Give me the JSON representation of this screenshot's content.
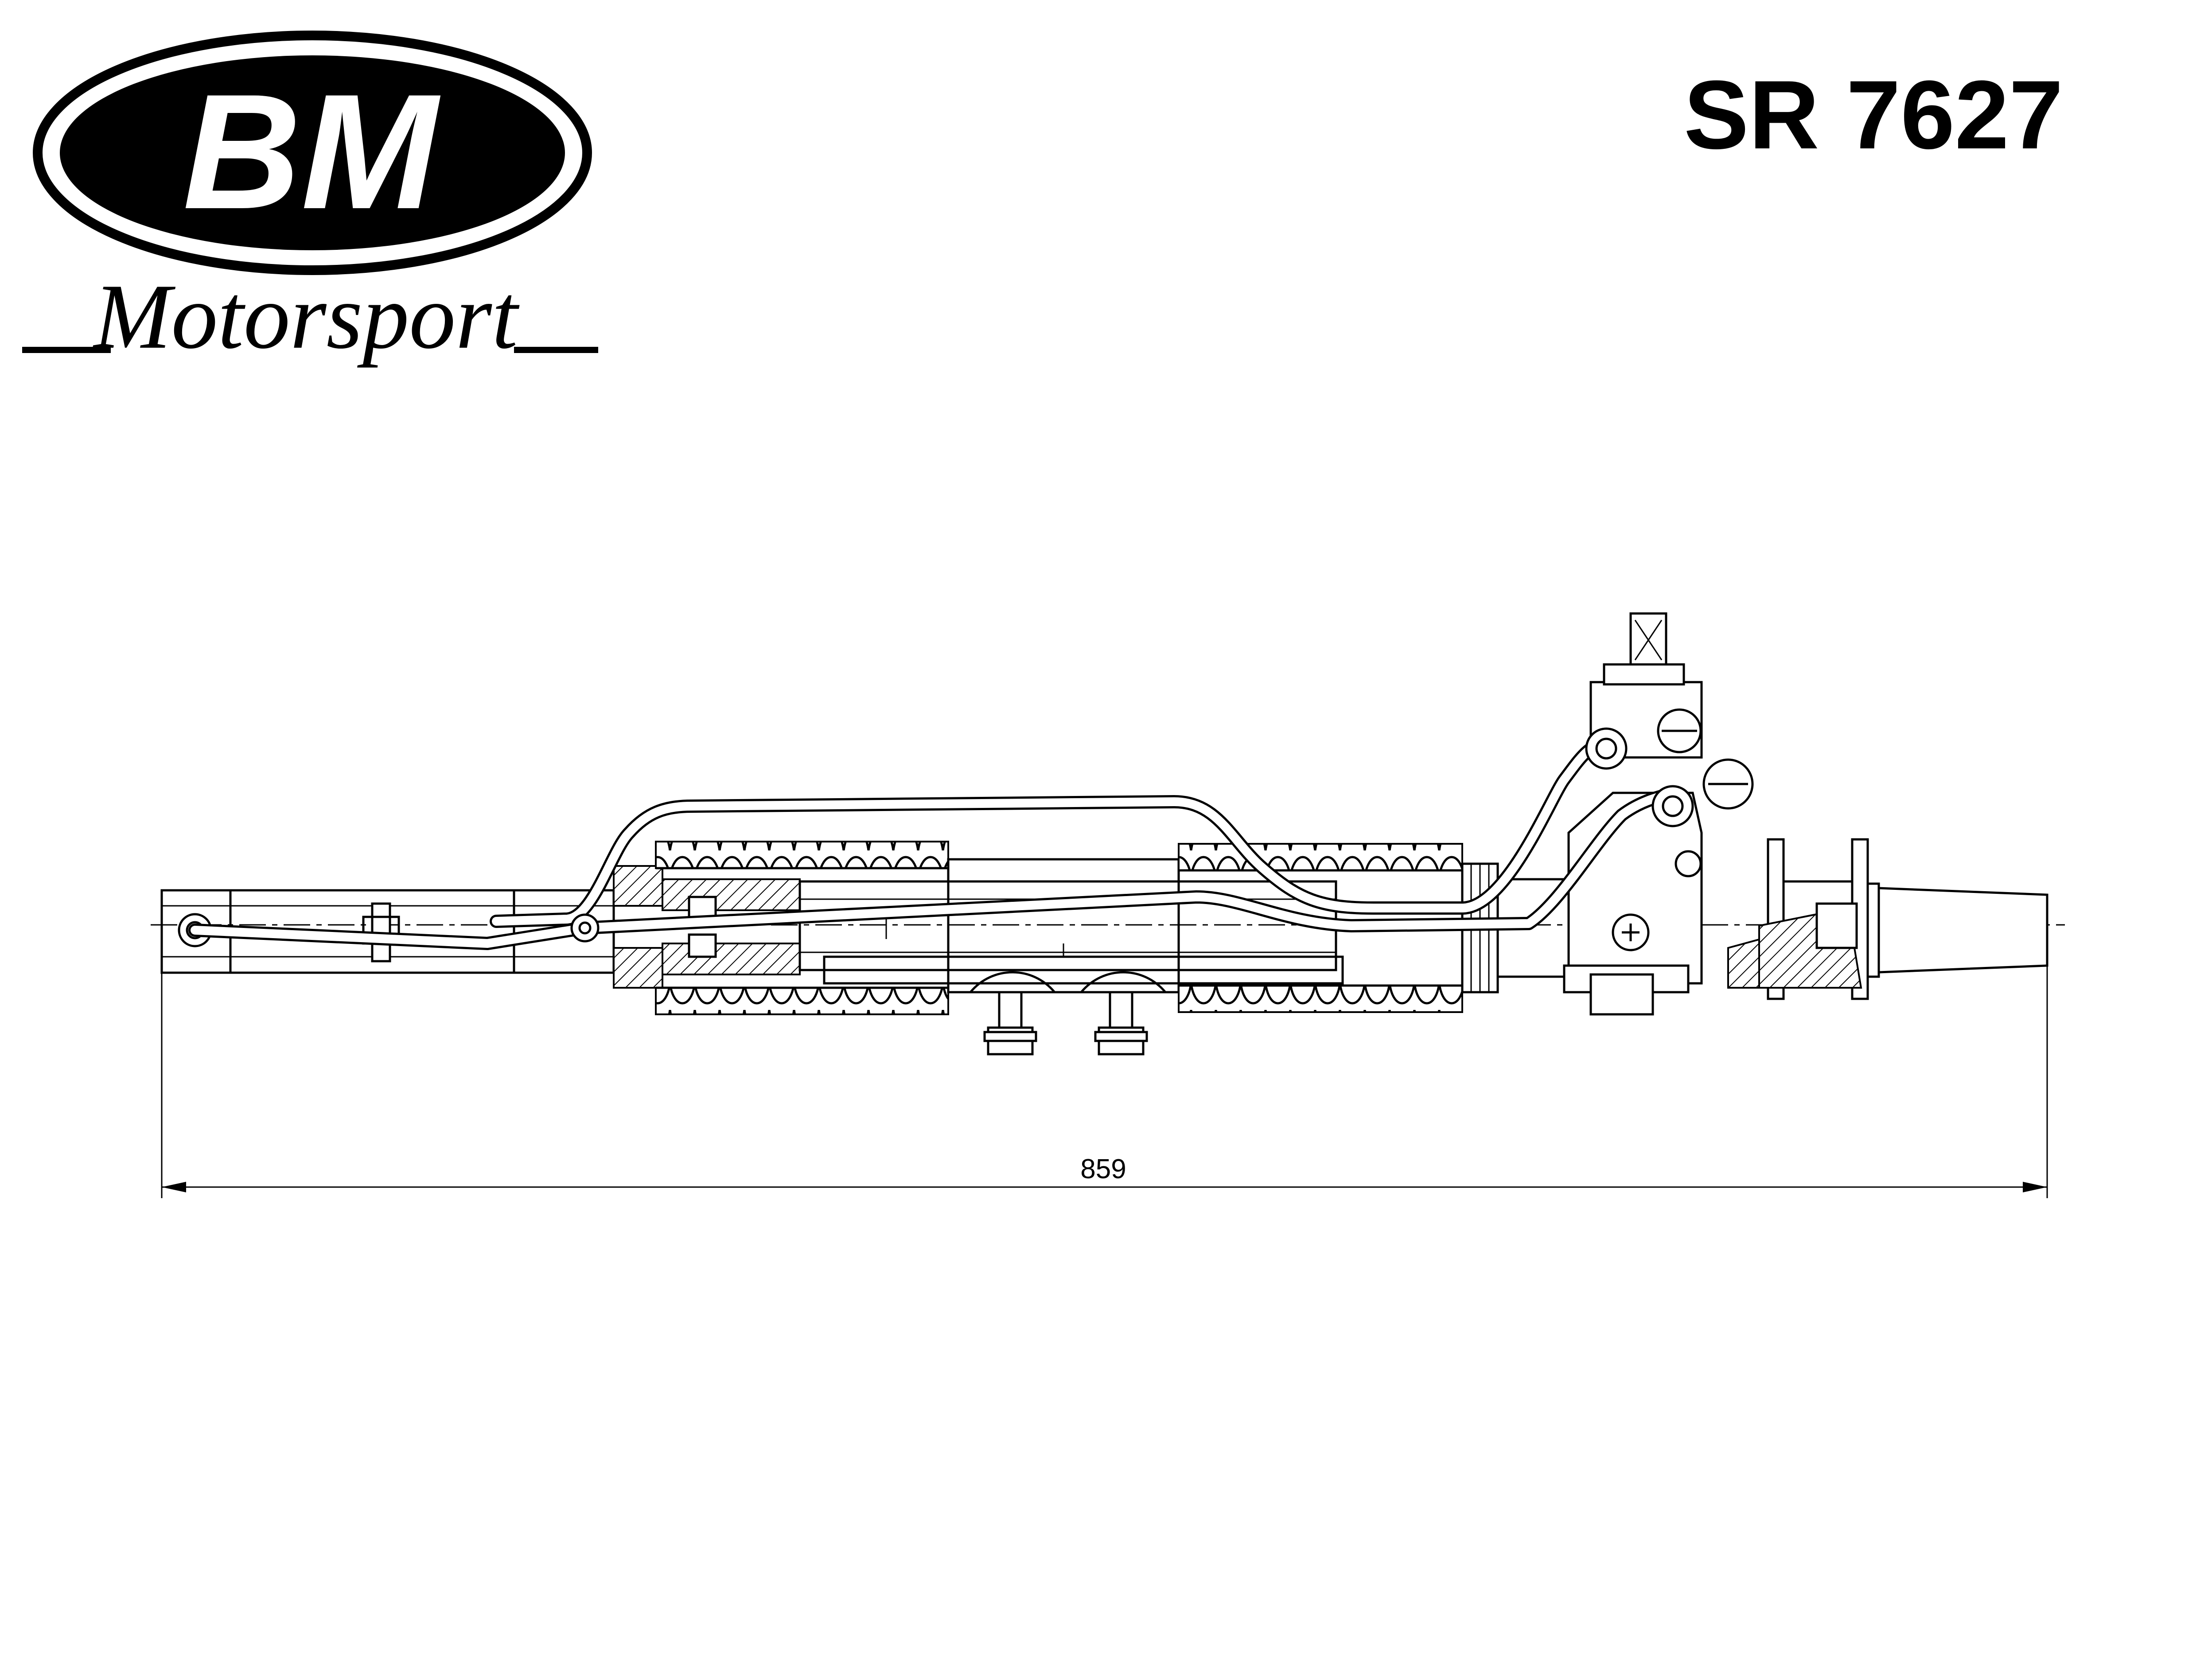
{
  "logo": {
    "brand_mark": "BM",
    "subtitle": "Motorsport"
  },
  "part_number": "SR 7627",
  "drawing": {
    "overall_length_label": "859"
  },
  "colors": {
    "ink": "#000000",
    "paper": "#ffffff"
  }
}
